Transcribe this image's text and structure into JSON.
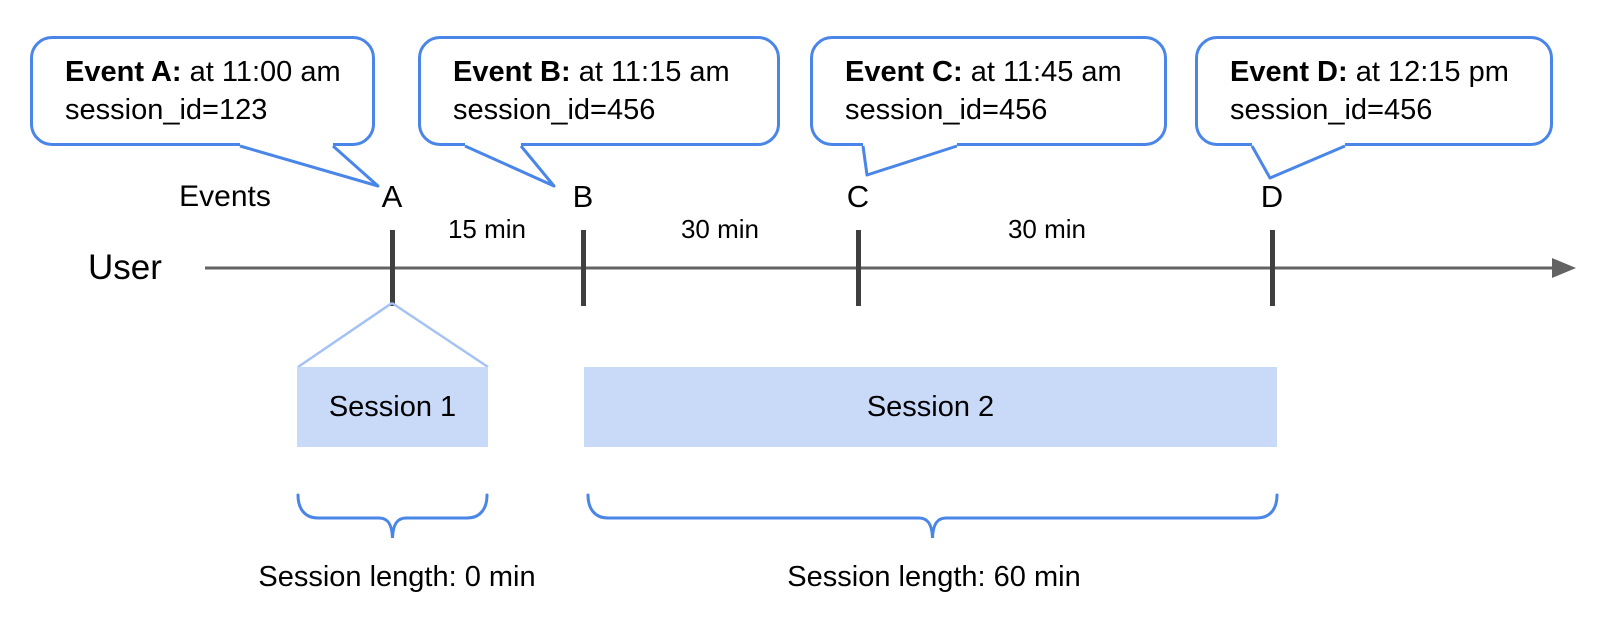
{
  "colors": {
    "accent": "#4a86e8",
    "session_fill": "#c9daf8",
    "funnel": "#a4c2f4",
    "axis": "#636363",
    "tick": "#3f3f3f",
    "text": "#000000"
  },
  "callouts": [
    {
      "bold": "Event A:",
      "rest": " at 11:00 am",
      "line2": "session_id=123"
    },
    {
      "bold": "Event B:",
      "rest": " at 11:15 am",
      "line2": "session_id=456"
    },
    {
      "bold": "Event C:",
      "rest": " at 11:45 am",
      "line2": "session_id=456"
    },
    {
      "bold": "Event D:",
      "rest": " at 12:15 pm",
      "line2": "session_id=456"
    }
  ],
  "timeline": {
    "events_label": "Events",
    "user_label": "User",
    "markers": [
      "A",
      "B",
      "C",
      "D"
    ],
    "intervals": [
      "15 min",
      "30 min",
      "30 min"
    ]
  },
  "sessions": [
    {
      "label": "Session 1",
      "length_label": "Session length: 0 min"
    },
    {
      "label": "Session 2",
      "length_label": "Session length: 60 min"
    }
  ]
}
